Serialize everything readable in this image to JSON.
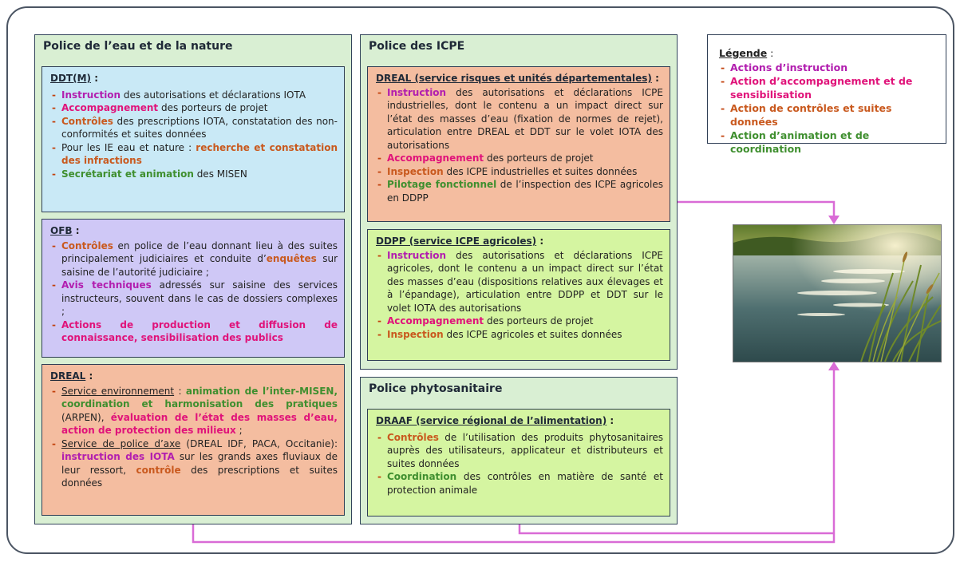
{
  "colors": {
    "frame": "#4b5563",
    "panel": "#d9efd3",
    "box_blue": "#c9e9f6",
    "box_purple": "#cfc8f6",
    "box_salmon": "#f4bda0",
    "box_lime": "#d5f5a1",
    "arrow": "#d96bd6",
    "instruction": "#b21eaf",
    "accompagnement": "#e0137a",
    "controle": "#c9591e",
    "animation": "#3f8f2f"
  },
  "panels": {
    "eau": {
      "title": "Police de l’eau et de la nature"
    },
    "icpe": {
      "title": "Police des ICPE"
    },
    "phyto": {
      "title": "Police phytosanitaire"
    }
  },
  "ddtm": {
    "header": "DDT(M)",
    "colon": " :",
    "items": [
      {
        "k": "Instruction",
        "rest": " des autorisations et déclarations IOTA"
      },
      {
        "k": "Accompagnement",
        "rest": " des porteurs de projet"
      },
      {
        "k": "Contrôles",
        "rest": " des prescriptions IOTA, constatation des non-conformités et suites données"
      },
      {
        "pre": "Pour les IE eau et nature : ",
        "k": "recherche et constatation des infractions"
      },
      {
        "k": "Secrétariat et animation",
        "rest": " des MISEN"
      }
    ]
  },
  "ofb": {
    "header": "OFB",
    "colon": " :",
    "items": [
      {
        "k": "Contrôles",
        "rest1": " en police de l’eau donnant lieu à des suites principalement judiciaires et conduite d’",
        "k2": "enquêtes",
        "rest2": " sur saisine de l’autorité judiciaire ;"
      },
      {
        "k": "Avis techniques",
        "rest": " adressés sur saisine des services instructeurs, souvent dans le cas de dossiers complexes ;"
      },
      {
        "k": "Actions de production et diffusion de connaissance, sensibilisation des publics"
      }
    ]
  },
  "dreal_eau": {
    "header": "DREAL",
    "colon": " :",
    "item1": {
      "u": "Service environnement",
      "sep": " : ",
      "k": "animation de l’inter-MISEN, coordination et harmonisation des pratiques",
      "mid": " (ARPEN), ",
      "k2": "évaluation de l’état des masses d’eau, action de protection des milieux",
      "end": " ;"
    },
    "item2": {
      "u": "Service de police d’axe",
      "mid": " (DREAL IDF, PACA, Occitanie): ",
      "k": "instruction des IOTA",
      "rest": " sur les grands axes fluviaux de leur ressort, ",
      "k2": "contrôle",
      "end": " des prescriptions et suites données"
    }
  },
  "dreal_icpe": {
    "header": "DREAL (service risques et unités départementales)",
    "colon": " :",
    "items": [
      {
        "k": "Instruction",
        "rest": " des autorisations et déclarations ICPE industrielles, dont le contenu a un impact direct sur l’état des masses d’eau (fixation de normes de rejet), articulation entre DREAL et DDT sur le volet IOTA des autorisations"
      },
      {
        "k": "Accompagnement",
        "rest": " des porteurs de projet"
      },
      {
        "k": "Inspection",
        "rest": " des ICPE industrielles et suites données"
      },
      {
        "k": "Pilotage fonctionnel",
        "rest": " de l’inspection des ICPE agricoles en DDPP"
      }
    ]
  },
  "ddpp": {
    "header": "DDPP (service ICPE agricoles)",
    "colon": " :",
    "items": [
      {
        "k": "Instruction",
        "rest": " des autorisations et déclarations ICPE agricoles, dont le contenu a un impact direct sur l’état des masses d’eau (dispositions relatives aux élevages et à l’épandage), articulation entre DDPP et DDT sur le volet IOTA des autorisations"
      },
      {
        "k": "Accompagnement",
        "rest": " des porteurs de projet"
      },
      {
        "k": "Inspection",
        "rest": " des ICPE agricoles et suites données"
      }
    ]
  },
  "draaf": {
    "header": "DRAAF (service régional de l’alimentation)",
    "colon": " :",
    "items": [
      {
        "k": "Contrôles",
        "rest": " de l’utilisation des produits phytosanitaires auprès des utilisateurs, applicateur et distributeurs et suites données"
      },
      {
        "k": "Coordination",
        "rest": " des contrôles en matière de santé et protection animale"
      }
    ]
  },
  "legend": {
    "title": "Légende",
    "colon": " :",
    "items": [
      "Actions d’instruction",
      "Action d’accompagnement et de sensibilisation",
      "Action de contrôles et suites données",
      "Action d’animation et de coordination"
    ]
  }
}
